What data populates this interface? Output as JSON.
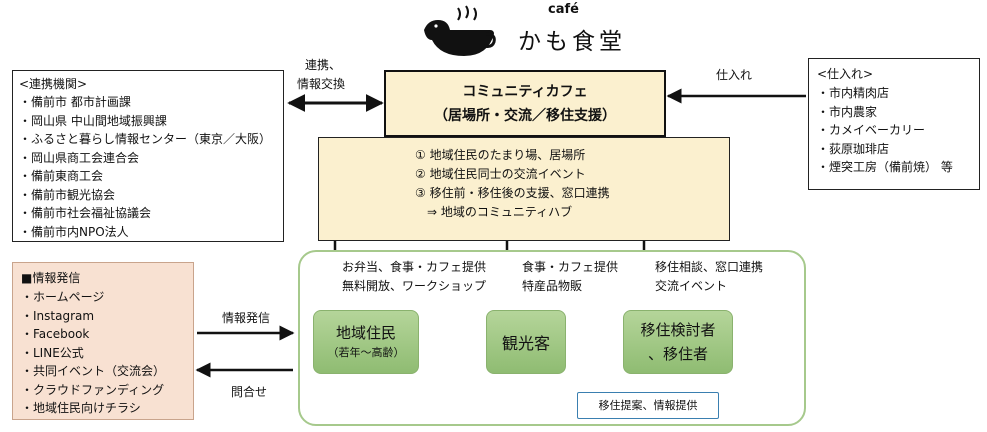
{
  "logo": {
    "top": "café",
    "name": "かも食堂",
    "icon": "duck-cup-logo"
  },
  "left_box": {
    "title": "<連携機関>",
    "items": [
      "・備前市 都市計画課",
      "・岡山県 中山間地域振興課",
      "・ふるさと暮らし情報センター（東京／大阪）",
      "・岡山県商工会連合会",
      "・備前東商工会",
      "・備前市観光協会",
      "・備前市社会福祉協議会",
      "・備前市内NPO法人"
    ]
  },
  "right_box": {
    "title": "<仕入れ>",
    "items": [
      "・市内精肉店",
      "・市内農家",
      "・カメイベーカリー",
      "・荻原珈琲店",
      "・煙突工房（備前焼） 等"
    ]
  },
  "info_box": {
    "title": "■情報発信",
    "items": [
      "・ホームページ",
      "・Instagram",
      "・Facebook",
      "・LINE公式",
      "・共同イベント（交流会）",
      "・クラウドファンディング",
      "・地域住民向けチラシ"
    ]
  },
  "labels": {
    "renkei_1": "連携、",
    "renkei_2": "情報交換",
    "shiire": "仕入れ",
    "joho_hasshin": "情報発信",
    "toiawase": "問合せ"
  },
  "cafe": {
    "title": "コミュニティカフェ",
    "subtitle": "（居場所・交流／移住支援）",
    "points": [
      "①  地域住民のたまり場、居場所",
      "②  地域住民同士の交流イベント",
      "③  移住前・移住後の支援、窓口連携"
    ],
    "hub": "⇒  地域のコミュニティハブ"
  },
  "flows": {
    "col1": [
      "お弁当、食事・カフェ提供",
      "無料開放、ワークショップ"
    ],
    "col2": [
      "食事・カフェ提供",
      "特産品物販"
    ],
    "col3": [
      "移住相談、窓口連携",
      "交流イベント"
    ]
  },
  "targets": {
    "residents": "地域住民",
    "residents_sub": "（若年〜高齢）",
    "tourists": "観光客",
    "migrants_1": "移住検討者",
    "migrants_2": "、移住者"
  },
  "callout": "移住提案、情報提供",
  "colors": {
    "cafe_fill": "#fbf0cf",
    "green_box": "#9fc884",
    "green_border": "#a6c98c",
    "info_fill": "#f8e1d2",
    "arrow_green": "#5a8a2f"
  }
}
